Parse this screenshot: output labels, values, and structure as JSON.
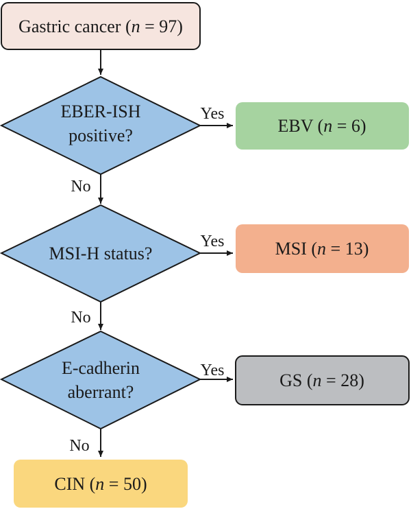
{
  "start": {
    "label": "Gastric cancer (",
    "n_symbol": "n",
    "count_text": " = 97)",
    "color": "#f6e5df"
  },
  "decisions": [
    {
      "line1": "EBER-ISH",
      "line2": "positive?",
      "yes": "Yes",
      "no": "No",
      "outcome": {
        "label": "EBV (",
        "n_symbol": "n",
        "count_text": " = 6)",
        "color": "#a6d3a0"
      }
    },
    {
      "line1": "MSI-H status?",
      "line2": "",
      "yes": "Yes",
      "no": "No",
      "outcome": {
        "label": "MSI (",
        "n_symbol": "n",
        "count_text": " = 13)",
        "color": "#f3b08e"
      }
    },
    {
      "line1": "E-cadherin",
      "line2": "aberrant?",
      "yes": "Yes",
      "no": "No",
      "outcome": {
        "label": "GS (",
        "n_symbol": "n",
        "count_text": " = 28)",
        "color": "#bcbec1"
      }
    }
  ],
  "final": {
    "label": "CIN (",
    "n_symbol": "n",
    "count_text": " = 50)",
    "color": "#fad77e"
  },
  "colors": {
    "diamond": "#9dc3e6",
    "stroke": "#1a1a1a"
  }
}
